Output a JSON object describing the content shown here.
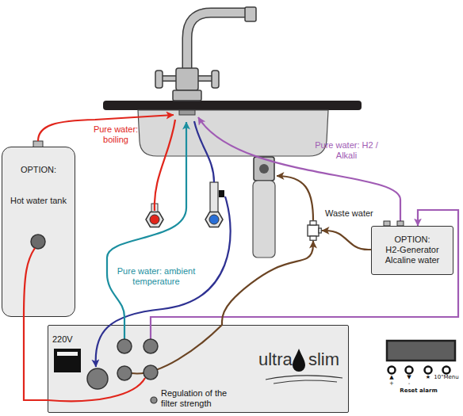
{
  "diagram": {
    "nodes": [
      {
        "text": [
          "OPTION:",
          "Hot water tank"
        ]
      },
      {
        "text": [
          "Waste water"
        ]
      },
      {
        "text": [
          "OPTION:",
          "H2-Generator Alcaline water"
        ]
      },
      {
        "text": [
          "ultra slim"
        ]
      }
    ],
    "edges": [
      {
        "from": 3,
        "to": 0,
        "arrow": "none"
      },
      {
        "from": 3,
        "to": 2,
        "arrow": "to"
      },
      {
        "from": 3,
        "to": 1,
        "arrow": "to"
      },
      {
        "from": 2,
        "to": 1,
        "arrow": "to"
      }
    ],
    "labels": [
      "Pure water: boiling",
      "Pure water: H2 / Alkali",
      "Pure water: ambient temperature",
      "220V",
      "Regulation of the filter strength",
      "▲",
      "+",
      "▼",
      "-",
      "★",
      "10\"Menu",
      "Reset alarm"
    ]
  }
}
